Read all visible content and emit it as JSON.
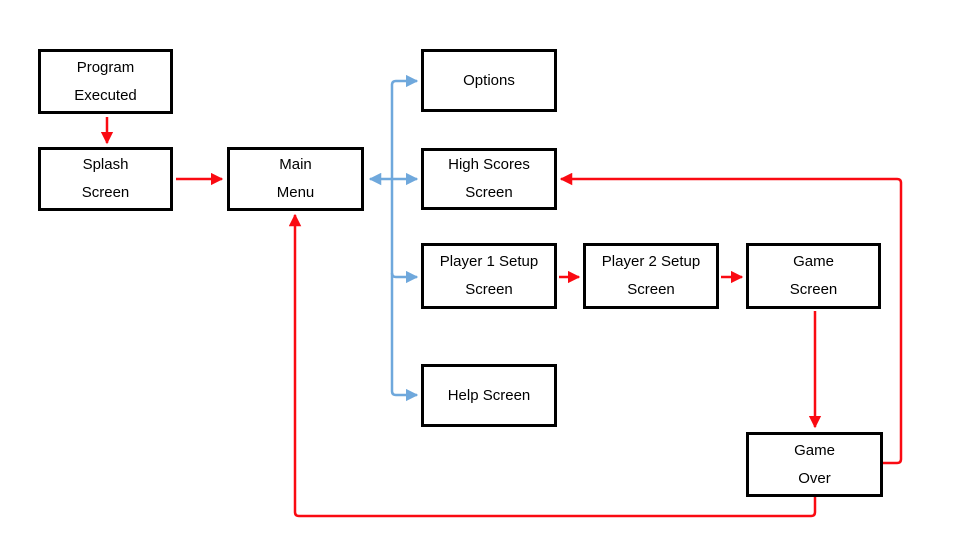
{
  "colors": {
    "flow_arrow": "#FA0A12",
    "menu_arrow": "#6FA8DC",
    "node_border": "#000000",
    "node_text": "#000000",
    "background": "#FFFFFF"
  },
  "nodes": {
    "program_executed": {
      "label": "Program\nExecuted"
    },
    "splash_screen": {
      "label": "Splash\nScreen"
    },
    "main_menu": {
      "label": "Main\nMenu"
    },
    "options": {
      "label": "Options"
    },
    "high_scores": {
      "label": "High Scores\nScreen"
    },
    "player1_setup": {
      "label": "Player 1 Setup\nScreen"
    },
    "player2_setup": {
      "label": "Player 2 Setup\nScreen"
    },
    "game_screen": {
      "label": "Game\nScreen"
    },
    "help_screen": {
      "label": "Help Screen"
    },
    "game_over": {
      "label": "Game\nOver"
    }
  },
  "edges": [
    {
      "name": "program-to-splash",
      "from": "Program Executed",
      "to": "Splash Screen",
      "color_role": "flow_arrow",
      "bidirectional": false
    },
    {
      "name": "splash-to-main",
      "from": "Splash Screen",
      "to": "Main Menu",
      "color_role": "flow_arrow",
      "bidirectional": false
    },
    {
      "name": "main-to-options",
      "from": "Main Menu",
      "to": "Options",
      "color_role": "menu_arrow",
      "bidirectional": false
    },
    {
      "name": "main-to-high-scores",
      "from": "Main Menu",
      "to": "High Scores Screen",
      "color_role": "menu_arrow",
      "bidirectional": true
    },
    {
      "name": "main-to-player1",
      "from": "Main Menu",
      "to": "Player 1 Setup Screen",
      "color_role": "menu_arrow",
      "bidirectional": false
    },
    {
      "name": "main-to-help",
      "from": "Main Menu",
      "to": "Help Screen",
      "color_role": "menu_arrow",
      "bidirectional": false
    },
    {
      "name": "player1-to-player2",
      "from": "Player 1 Setup Screen",
      "to": "Player 2 Setup Screen",
      "color_role": "flow_arrow",
      "bidirectional": false
    },
    {
      "name": "player2-to-game",
      "from": "Player 2 Setup Screen",
      "to": "Game Screen",
      "color_role": "flow_arrow",
      "bidirectional": false
    },
    {
      "name": "game-to-gameover",
      "from": "Game Screen",
      "to": "Game Over",
      "color_role": "flow_arrow",
      "bidirectional": false
    },
    {
      "name": "gameover-to-high-scores",
      "from": "Game Over",
      "to": "High Scores Screen",
      "color_role": "flow_arrow",
      "bidirectional": false
    },
    {
      "name": "gameover-to-main",
      "from": "Game Over",
      "to": "Main Menu",
      "color_role": "flow_arrow",
      "bidirectional": false
    }
  ]
}
